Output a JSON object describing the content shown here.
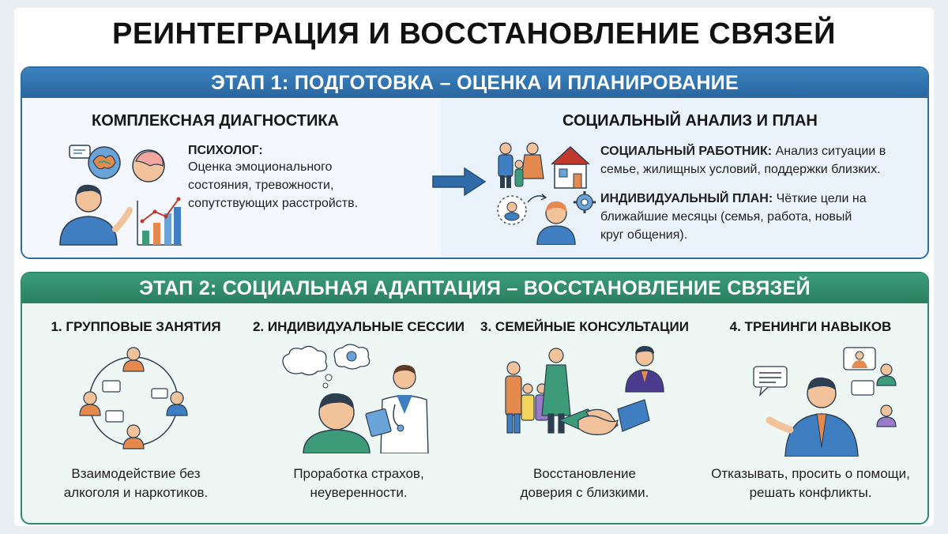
{
  "title": "РЕИНТЕГРАЦИЯ И ВОССТАНОВЛЕНИЕ СВЯЗЕЙ",
  "stage1": {
    "header": "ЭТАП 1: ПОДГОТОВКА – ОЦЕНКА И ПЛАНИРОВАНИЕ",
    "diagnostics": {
      "heading": "КОМПЛЕКСНАЯ ДИАГНОСТИКА",
      "role": "ПСИХОЛОГ:",
      "lines": [
        "Оценка эмоционального",
        "состояния, тревожности,",
        "сопутствующих расстройств."
      ]
    },
    "social": {
      "heading": "СОЦИАЛЬНЫЙ АНАЛИЗ И ПЛАН",
      "worker_role": "СОЦИАЛЬНЫЙ РАБОТНИК:",
      "worker_line1": "Анализ ситуации в",
      "worker_line2": "семье, жилищных условий, поддержки близких.",
      "plan_role": "ИНДИВИДУАЛЬНЫЙ ПЛАН:",
      "plan_line1": "Чёткие цели на",
      "plan_line2": "ближайшие месяцы (семья, работа, новый",
      "plan_line3": "круг общения)."
    }
  },
  "stage2": {
    "header": "ЭТАП 2: СОЦИАЛЬНАЯ АДАПТАЦИЯ – ВОССТАНОВЛЕНИЕ СВЯЗЕЙ",
    "columns": [
      {
        "title": "1. ГРУППОВЫЕ ЗАНЯТИЯ",
        "line1": "Взаимодействие без",
        "line2": "алкоголя и наркотиков."
      },
      {
        "title": "2. ИНДИВИДУАЛЬНЫЕ СЕССИИ",
        "line1": "Проработка страхов,",
        "line2": "неуверенности."
      },
      {
        "title": "3. СЕМЕЙНЫЕ КОНСУЛЬТАЦИИ",
        "line1": "Восстановление",
        "line2": "доверия с близкими."
      },
      {
        "title": "4. ТРЕНИНГИ НАВЫКОВ",
        "line1": "Отказывать, просить о помощи,",
        "line2": "решать конфликты."
      }
    ]
  },
  "colors": {
    "stage1": "#2d6ea6",
    "stage2": "#2e8a6c",
    "person_blue": "#3f7fc1",
    "person_orange": "#e48a4e",
    "person_green": "#3e9b7a",
    "skin": "#f2c29a"
  }
}
